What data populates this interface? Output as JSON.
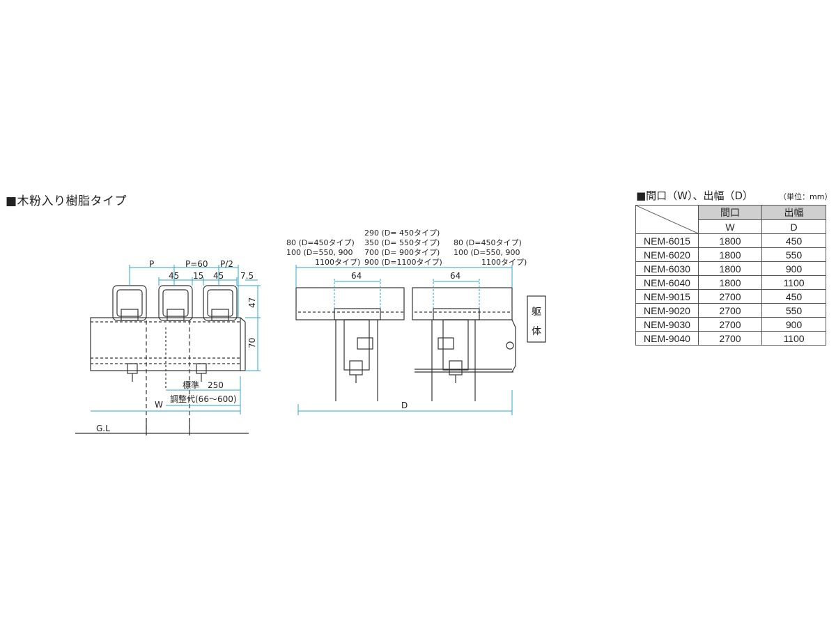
{
  "section_title": "■木粉入り樹脂タイプ",
  "table": {
    "title": "■間口（W）、出幅（D）",
    "unit": "（単位：mm）",
    "header_row1": [
      "間口",
      "出幅"
    ],
    "header_row2": [
      "W",
      "D"
    ],
    "rows": [
      [
        "NEM-6015",
        "1800",
        "450"
      ],
      [
        "NEM-6020",
        "1800",
        "550"
      ],
      [
        "NEM-6030",
        "1800",
        "900"
      ],
      [
        "NEM-6040",
        "1800",
        "1100"
      ],
      [
        "NEM-9015",
        "2700",
        "450"
      ],
      [
        "NEM-9020",
        "2700",
        "550"
      ],
      [
        "NEM-9030",
        "2700",
        "900"
      ],
      [
        "NEM-9040",
        "2700",
        "1100"
      ]
    ]
  },
  "front_view": {
    "P": "P",
    "P60": "P=60",
    "P2": "P/2",
    "d45a": "45",
    "d15": "15",
    "d45b": "45",
    "d7_5": "7.5",
    "d47": "47",
    "d70": "70",
    "std": "標準",
    "std_val": "250",
    "adjust": "調整代(66～600)",
    "W": "W",
    "GL": "G.L"
  },
  "side_view": {
    "left_note_1": "80 (D=450タイプ)",
    "left_note_2": "100 (D=550, 900",
    "left_note_3": "1100タイプ)",
    "mid_note_1": "290 (D=  450タイプ)",
    "mid_note_2": "350 (D=  550タイプ)",
    "mid_note_3": "700 (D=  900タイプ)",
    "mid_note_4": "900 (D=1100タイプ)",
    "right_note_1": "80 (D=450タイプ)",
    "right_note_2": "100 (D=550, 900",
    "right_note_3": "1100タイプ)",
    "d64a": "64",
    "d64b": "64",
    "D": "D",
    "wall_1": "躯",
    "wall_2": "体"
  }
}
